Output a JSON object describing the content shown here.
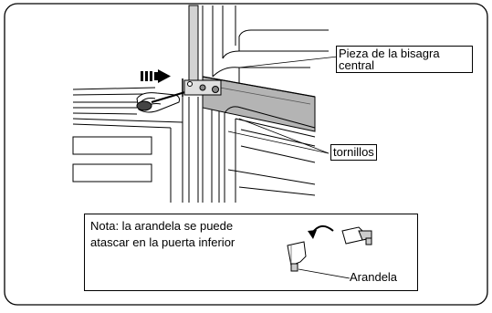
{
  "labels": {
    "hinge_piece": "Pieza de la bisagra central",
    "screws": "tornillos",
    "note": "Nota: la arandela se puede atascar en la puerta inferior",
    "washer": "Arandela"
  }
}
